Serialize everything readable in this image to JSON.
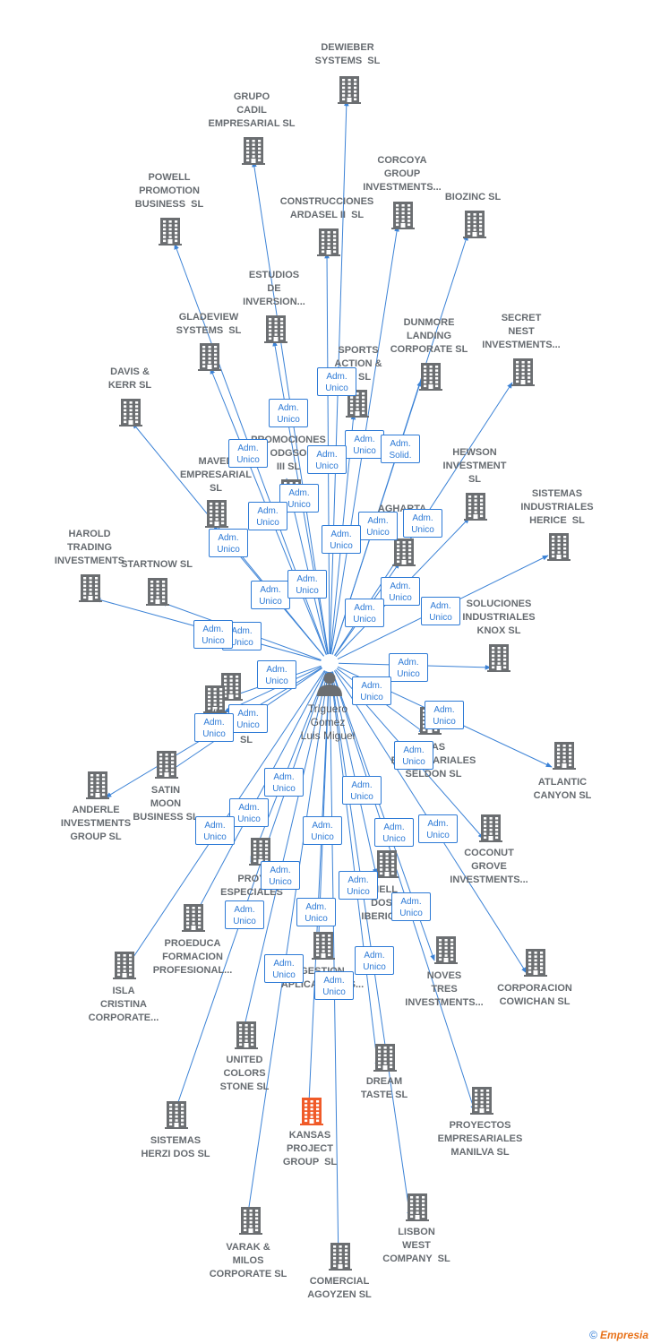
{
  "person": {
    "name": "Triguero\nGomez\nLuis Miguel"
  },
  "nodes": [
    {
      "label": "DEWIEBER\nSYSTEMS  SL"
    },
    {
      "label": "GRUPO\nCADIL\nEMPRESARIAL SL"
    },
    {
      "label": "CORCOYA\nGROUP\nINVESTMENTS..."
    },
    {
      "label": "POWELL\nPROMOTION\nBUSINESS  SL"
    },
    {
      "label": "CONSTRUCCIONES\nARDASEL II  SL"
    },
    {
      "label": "BIOZINC SL"
    },
    {
      "label": "ESTUDIOS\nDE\nINVERSION..."
    },
    {
      "label": "GLADEVIEW\nSYSTEMS  SL"
    },
    {
      "label": "DUNMORE\nLANDING\nCORPORATE SL"
    },
    {
      "label": "SECRET\nNEST\nINVESTMENTS..."
    },
    {
      "label": "SPORTS\nACTION &\nH  SL"
    },
    {
      "label": "DAVIS &\nKERR SL"
    },
    {
      "label": "PROMOCIONES\nODGSO\nIII SL"
    },
    {
      "label": "HEWSON\nINVESTMENT\nSL"
    },
    {
      "label": "MAVED\nEMPRESARIAL\nSL"
    },
    {
      "label": "AGHARTA"
    },
    {
      "label": "SISTEMAS\nINDUSTRIALES\nHERICE  SL"
    },
    {
      "label": "HAROLD\nTRADING\nINVESTMENTS"
    },
    {
      "label": "STARTNOW SL"
    },
    {
      "label": "SOLUCIONES\nINDUSTRIALES\nKNOX SL"
    },
    {
      "label": "WHI"
    },
    {
      "label": "SL"
    },
    {
      "label": "RIAS\nEMPRESARIALES\nSELDON SL"
    },
    {
      "label": "ATLANTIC\nCANYON SL"
    },
    {
      "label": "ANDERLE\nINVESTMENTS\nGROUP SL"
    },
    {
      "label": "SATIN\nMOON\nBUSINESS SL"
    },
    {
      "label": "COCONUT\nGROVE\nINVESTMENTS..."
    },
    {
      "label": "PROY\nESPECIALES\nSL"
    },
    {
      "label": "YNELL\nDOS\nIBERICA"
    },
    {
      "label": "PROEDUCA\nFORMACION\nPROFESIONAL..."
    },
    {
      "label": "ISLA\nCRISTINA\nCORPORATE..."
    },
    {
      "label": "GESTION\nAPLICACIONES..."
    },
    {
      "label": "NOVES\nTRES\nINVESTMENTS..."
    },
    {
      "label": "CORPORACION\nCOWICHAN SL"
    },
    {
      "label": "UNITED\nCOLORS\nSTONE SL"
    },
    {
      "label": "DREAM\nTASTE SL"
    },
    {
      "label": "SISTEMAS\nHERZI DOS SL"
    },
    {
      "label": "KANSAS\nPROJECT\nGROUP  SL"
    },
    {
      "label": "PROYECTOS\nEMPRESARIALES\nMANILVA SL"
    },
    {
      "label": "LISBON\nWEST\nCOMPANY  SL"
    },
    {
      "label": "VARAK &\nMILOS\nCORPORATE SL"
    },
    {
      "label": "COMERCIAL\nAGOYZEN SL"
    }
  ],
  "badges": [
    "Adm.\nUnico",
    "Adm.\nUnico",
    "Adm.\nUnico",
    "Adm.\nSolid.",
    "Adm.\nUnico",
    "Adm.\nUnico",
    "Adm.\nUnico",
    "Adm.\nUnico",
    "Adm.\nUnico",
    "Adm.\nUnico",
    "Adm.\nUnico",
    "Adm.\nUnico",
    "Adm.\nUnico",
    "Adm.\nUnico",
    "Adm.\nUnico",
    "Adm.\nUnico",
    "Adm.\nUnico",
    "Adm.\nUnico",
    "Adm.\nUnico",
    "Adm.\nUnico",
    "Adm.\nUnico",
    "Adm.\nUnico",
    "Adm.\nUnico",
    "Adm.\nUnico",
    "Adm.\nUnico",
    "Adm.\nUnico",
    "Adm.\nUnico",
    "Adm.\nUnico",
    "Adm.\nUnico",
    "Adm.\nUnico",
    "Adm.\nUnico",
    "Adm.\nUnico",
    "Adm.\nUnico",
    "Adm.\nUnico",
    "Adm.\nUnico",
    "Adm.\nUnico",
    "Adm.\nUnico",
    "Adm.\nUnico",
    "Adm.\nUnico",
    "Adm.\nUnico",
    "Adm.\nUnico"
  ],
  "colors": {
    "edge": "#3b82d6",
    "node": "#6b6e71",
    "highlight": "#f05a28",
    "badge_text": "#2d7ad6"
  },
  "footer": {
    "copyright": "©",
    "brand": "Empresia"
  }
}
